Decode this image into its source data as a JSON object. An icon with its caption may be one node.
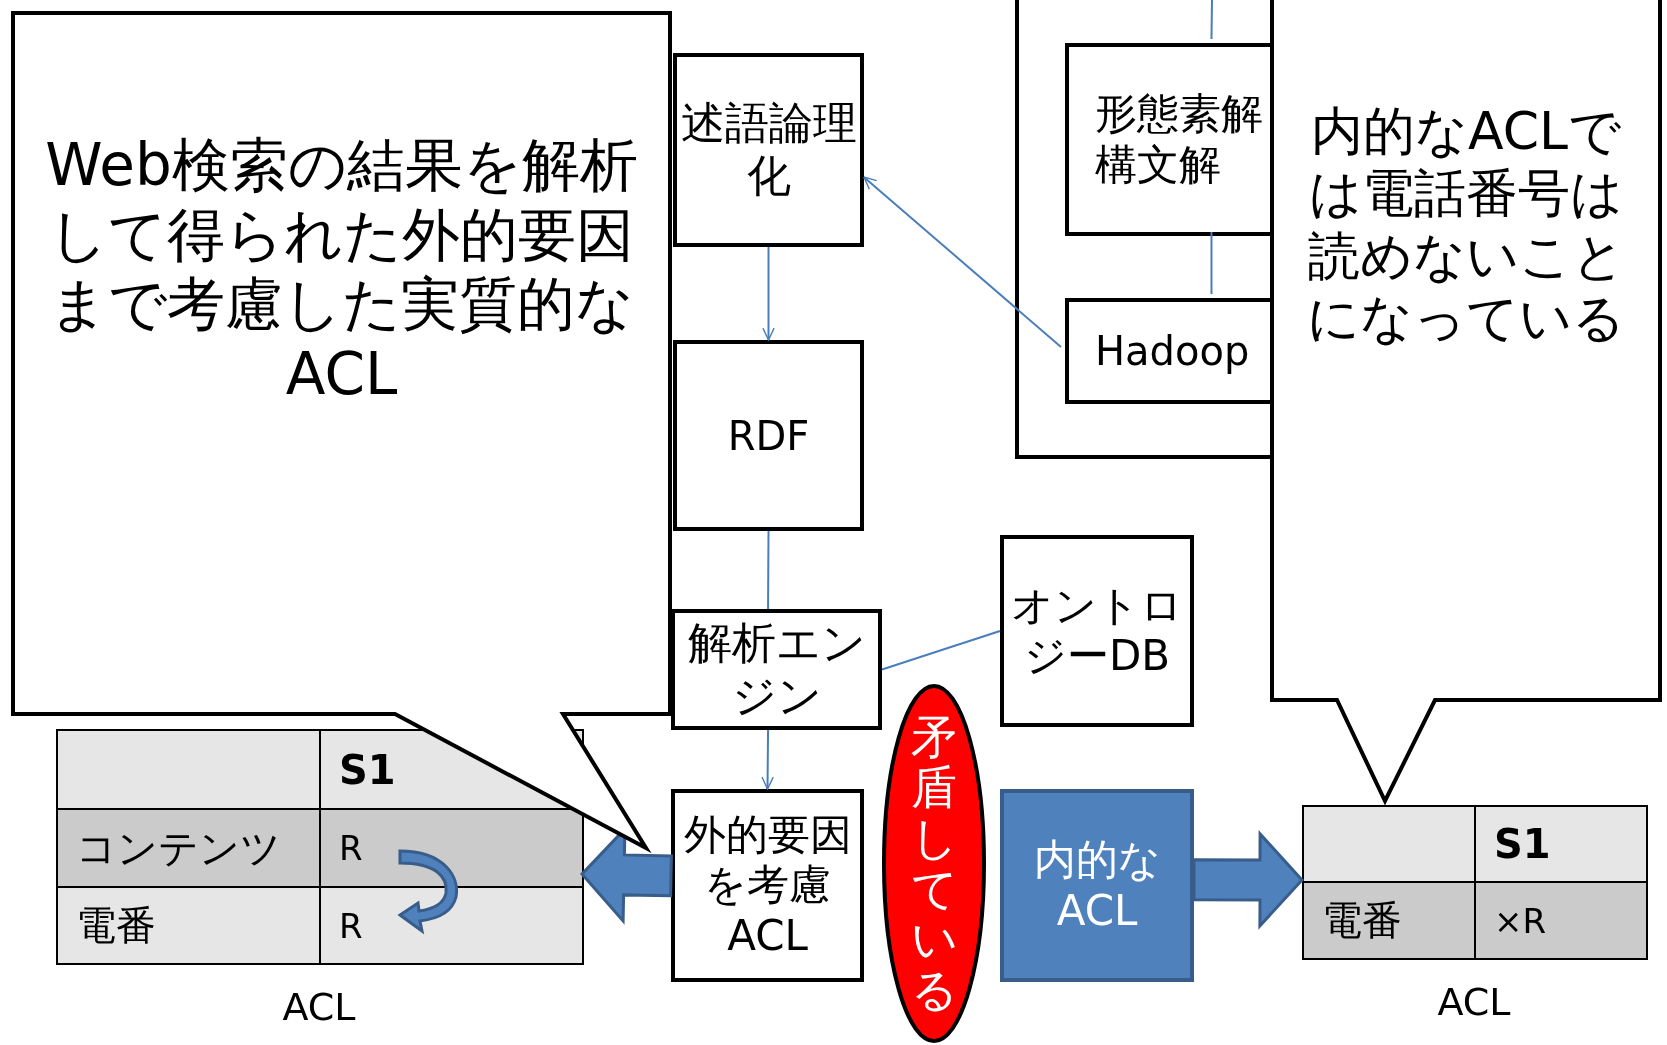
{
  "diagram": {
    "nodes": [
      {
        "text": [
          "Web検索の結果を解析して得られた外的要因まで考慮した実質的なACL"
        ]
      },
      {
        "text": [
          "述語論理化"
        ]
      },
      {
        "text": [
          "RDF"
        ]
      },
      {
        "text": [
          "解析エンジン"
        ]
      },
      {
        "text": [
          "オントロジーDB"
        ]
      },
      {
        "text": [
          "外的要因を考慮ACL"
        ]
      },
      {
        "text": [
          "矛盾している"
        ]
      },
      {
        "text": [
          "内的なACL"
        ]
      },
      {
        "text": [],
        "shape": "box"
      },
      {
        "text": [
          "形態素解構文解"
        ],
        "in": 8
      },
      {
        "text": [
          "Hadoop"
        ],
        "in": 8
      },
      {
        "text": [
          "内的なACLでは電話番号は読めないことになっている"
        ]
      },
      {
        "text": [],
        "shape": "table",
        "beside": [
          "ACL"
        ]
      },
      {
        "text": [],
        "shape": "table",
        "beside": [
          "ACL"
        ]
      }
    ],
    "edges": [
      {
        "from": 1,
        "to": 2,
        "arrow": "to"
      },
      {
        "from": 2,
        "to": 3,
        "arrow": "none"
      },
      {
        "from": 3,
        "to": 5,
        "arrow": "to"
      },
      {
        "from": 3,
        "to": 4,
        "arrow": "none"
      },
      {
        "from": 10,
        "to": 1,
        "arrow": "to"
      },
      {
        "from": 9,
        "to": 10,
        "arrow": "none"
      },
      {
        "from": null,
        "to": 9,
        "arrow": "none"
      },
      {
        "from": 5,
        "to": 12,
        "arrow": "to",
        "style": "thick",
        "color": "#4f81bd"
      },
      {
        "from": 7,
        "to": 13,
        "arrow": "to",
        "style": "thick",
        "color": "#4f81bd"
      }
    ],
    "labels": [
      "S1",
      "コンテンツ",
      "R",
      "電番",
      "R",
      "S1",
      "電番",
      "×R"
    ]
  }
}
